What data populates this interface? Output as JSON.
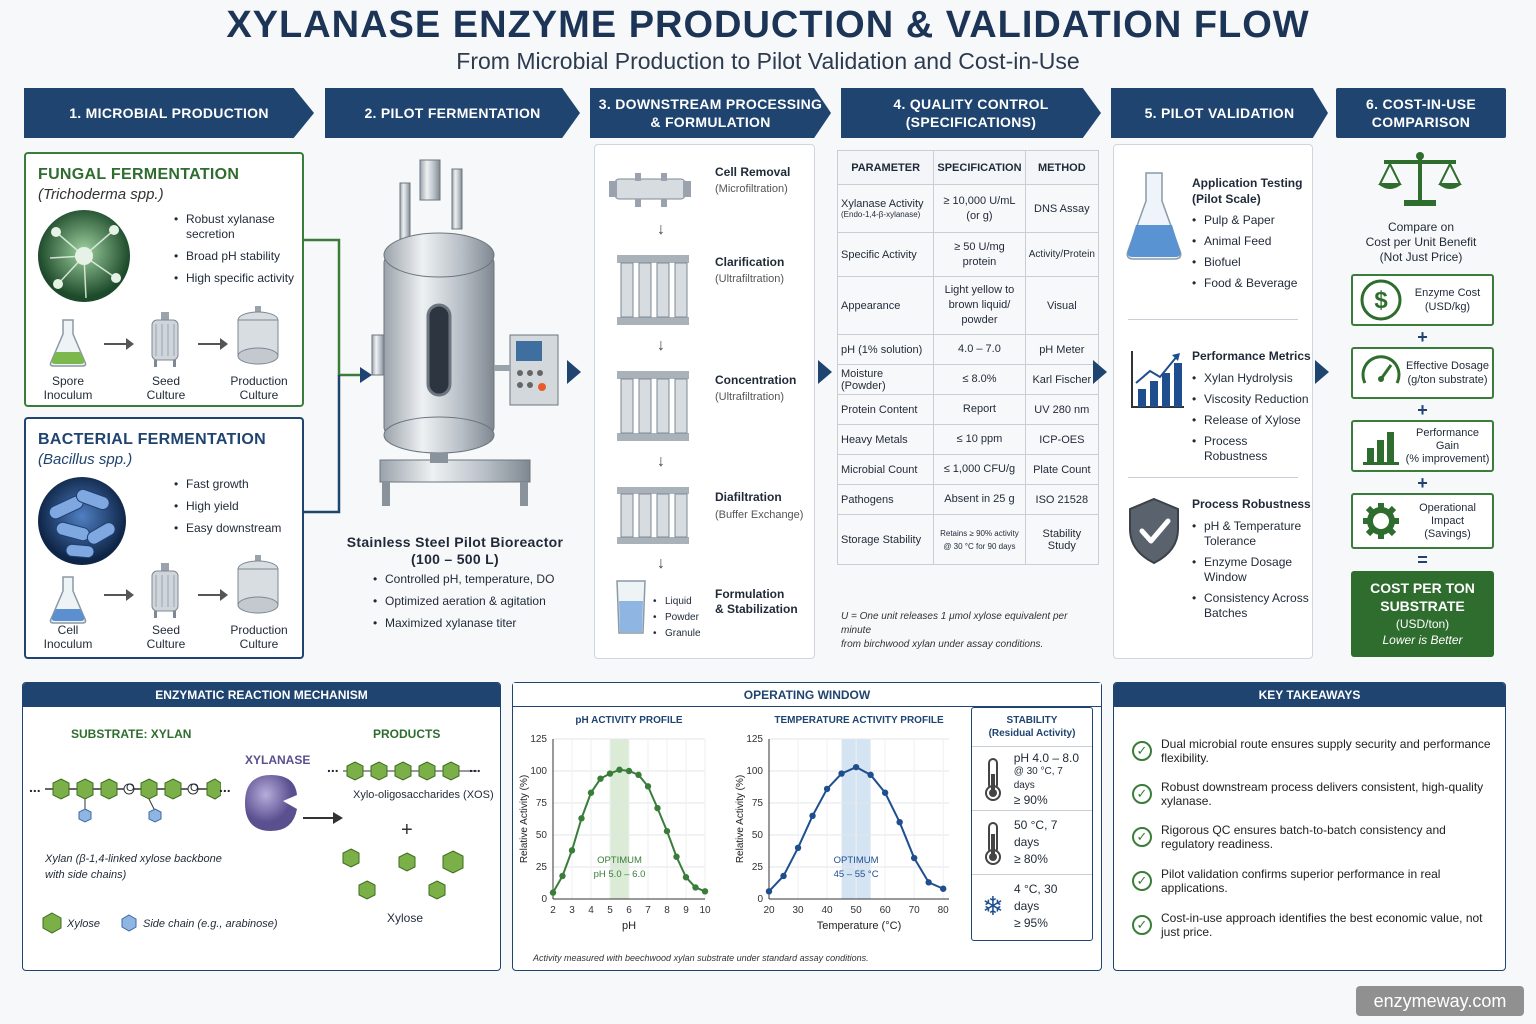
{
  "title": "XYLANASE ENZYME PRODUCTION & VALIDATION FLOW",
  "subtitle": "From Microbial Production to Pilot Validation and Cost-in-Use",
  "stages": [
    {
      "label": "1. MICROBIAL PRODUCTION"
    },
    {
      "label": "2. PILOT FERMENTATION"
    },
    {
      "label": "3. DOWNSTREAM PROCESSING\n& FORMULATION"
    },
    {
      "label": "4. QUALITY CONTROL\n(SPECIFICATIONS)"
    },
    {
      "label": "5. PILOT VALIDATION"
    },
    {
      "label": "6. COST-IN-USE\nCOMPARISON"
    }
  ],
  "fungal": {
    "title": "FUNGAL FERMENTATION",
    "organism": "(Trichoderma spp.)",
    "bullets": [
      "Robust xylanase secretion",
      "Broad pH stability",
      "High specific activity"
    ],
    "steps": [
      "Spore\nInoculum",
      "Seed\nCulture",
      "Production\nCulture"
    ]
  },
  "bacterial": {
    "title": "BACTERIAL FERMENTATION",
    "organism": "(Bacillus spp.)",
    "bullets": [
      "Fast growth",
      "High yield",
      "Easy downstream"
    ],
    "steps": [
      "Cell\nInoculum",
      "Seed\nCulture",
      "Production\nCulture"
    ]
  },
  "bioreactor": {
    "title": "Stainless Steel Pilot Bioreactor",
    "volume": "(100 – 500 L)",
    "bullets": [
      "Controlled pH, temperature, DO",
      "Optimized aeration & agitation",
      "Maximized xylanase titer"
    ]
  },
  "downstream": {
    "steps": [
      {
        "name": "Cell Removal",
        "sub": "(Microfiltration)"
      },
      {
        "name": "Clarification",
        "sub": "(Ultrafiltration)"
      },
      {
        "name": "Concentration",
        "sub": "(Ultrafiltration)"
      },
      {
        "name": "Diafiltration",
        "sub": "(Buffer Exchange)"
      },
      {
        "name": "Formulation\n& Stabilization",
        "sub": ""
      }
    ],
    "forms": [
      "Liquid",
      "Powder",
      "Granule"
    ]
  },
  "qc": {
    "headers": [
      "PARAMETER",
      "SPECIFICATION",
      "METHOD"
    ],
    "rows": [
      {
        "param": "Xylanase Activity",
        "param_sub": "(Endo-1,4-β-xylanase)",
        "spec": "≥ 10,000 U/mL\n(or g)",
        "method": "DNS Assay"
      },
      {
        "param": "Specific Activity",
        "param_sub": "",
        "spec": "≥ 50 U/mg\nprotein",
        "method": "Activity/Protein"
      },
      {
        "param": "Appearance",
        "param_sub": "",
        "spec": "Light yellow to\nbrown liquid/\npowder",
        "method": "Visual"
      },
      {
        "param": "pH (1% solution)",
        "param_sub": "",
        "spec": "4.0 – 7.0",
        "method": "pH Meter"
      },
      {
        "param": "Moisture (Powder)",
        "param_sub": "",
        "spec": "≤ 8.0%",
        "method": "Karl Fischer"
      },
      {
        "param": "Protein Content",
        "param_sub": "",
        "spec": "Report",
        "method": "UV 280 nm"
      },
      {
        "param": "Heavy Metals",
        "param_sub": "",
        "spec": "≤ 10 ppm",
        "method": "ICP-OES"
      },
      {
        "param": "Microbial Count",
        "param_sub": "",
        "spec": "≤ 1,000 CFU/g",
        "method": "Plate Count"
      },
      {
        "param": "Pathogens",
        "param_sub": "",
        "spec": "Absent in 25 g",
        "method": "ISO 21528"
      },
      {
        "param": "Storage Stability",
        "param_sub": "",
        "spec": "Retains ≥ 90% activity\n@ 30 °C for 90 days",
        "method": "Stability Study"
      }
    ],
    "note": "U = One unit releases 1 μmol xylose equivalent per minute\nfrom birchwood xylan under assay conditions."
  },
  "validation": {
    "blocks": [
      {
        "title": "Application Testing\n(Pilot Scale)",
        "items": [
          "Pulp & Paper",
          "Animal Feed",
          "Biofuel",
          "Food & Beverage"
        ]
      },
      {
        "title": "Performance Metrics",
        "items": [
          "Xylan Hydrolysis",
          "Viscosity Reduction",
          "Release of Xylose",
          "Process Robustness"
        ]
      },
      {
        "title": "Process Robustness",
        "items": [
          "pH & Temperature\nTolerance",
          "Enzyme Dosage\nWindow",
          "Consistency Across\nBatches"
        ]
      }
    ]
  },
  "cost": {
    "intro": "Compare on\nCost per Unit Benefit\n(Not Just Price)",
    "items": [
      {
        "label": "Enzyme Cost\n(USD/kg)"
      },
      {
        "label": "Effective Dosage\n(g/ton substrate)"
      },
      {
        "label": "Performance\nGain\n(% improvement)"
      },
      {
        "label": "Operational\nImpact\n(Savings)"
      }
    ],
    "ops": [
      "+",
      "+",
      "+",
      "="
    ],
    "result_title": "COST PER TON\nSUBSTRATE",
    "result_unit": "(USD/ton)",
    "result_note": "Lower is Better"
  },
  "mechanism": {
    "title": "ENZYMATIC REACTION MECHANISM",
    "substrate_label": "SUBSTRATE: XYLAN",
    "products_label": "PRODUCTS",
    "enzyme_label": "XYLANASE",
    "xylan_note": "Xylan (β-1,4-linked xylose backbone\nwith side chains)",
    "xos_label": "Xylo-oligosaccharides (XOS)",
    "xylose_label": "Xylose",
    "legend_xylose": "Xylose",
    "legend_side": "Side chain (e.g., arabinose)",
    "ellipsis": "...",
    "linker": "O",
    "plus": "+"
  },
  "operating": {
    "title": "OPERATING WINDOW",
    "footnote": "Activity measured with beechwood xylan substrate under standard assay conditions.",
    "stability": {
      "title": "STABILITY\n(Residual Activity)",
      "rows": [
        {
          "line1": "pH 4.0 – 8.0",
          "line2": "@ 30 °C, 7 days",
          "line3": "≥ 90%"
        },
        {
          "line1": "50 °C, 7 days",
          "line2": "≥ 80%",
          "line3": ""
        },
        {
          "line1": "4 °C, 30 days",
          "line2": "≥ 95%",
          "line3": ""
        }
      ]
    }
  },
  "chart_data": [
    {
      "type": "line",
      "title": "pH ACTIVITY PROFILE",
      "xlabel": "pH",
      "ylabel": "Relative Activity (%)",
      "x": [
        2,
        2.5,
        3,
        3.5,
        4,
        4.5,
        5,
        5.5,
        6,
        6.5,
        7,
        7.5,
        8,
        8.5,
        9,
        9.5,
        10
      ],
      "series": [
        {
          "values": [
            5,
            18,
            38,
            63,
            83,
            94,
            98,
            101,
            100,
            97,
            88,
            71,
            53,
            33,
            17,
            9,
            6
          ]
        }
      ],
      "xticks": [
        2,
        3,
        4,
        5,
        6,
        7,
        8,
        9,
        10
      ],
      "yticks": [
        0,
        25,
        50,
        75,
        100,
        125
      ],
      "xlim": [
        2,
        10
      ],
      "ylim": [
        0,
        125
      ],
      "band": [
        5.0,
        6.0
      ],
      "band_label": "OPTIMUM\npH 5.0 – 6.0",
      "color": "#3a7d3a",
      "band_color": "#dcebd6"
    },
    {
      "type": "line",
      "title": "TEMPERATURE ACTIVITY PROFILE",
      "xlabel": "Temperature (°C)",
      "ylabel": "Relative Activity (%)",
      "x": [
        20,
        25,
        30,
        35,
        40,
        45,
        50,
        55,
        60,
        65,
        70,
        75,
        80
      ],
      "series": [
        {
          "values": [
            6,
            18,
            40,
            65,
            86,
            98,
            103,
            97,
            83,
            60,
            32,
            13,
            8
          ]
        }
      ],
      "xticks": [
        20,
        30,
        40,
        50,
        60,
        70,
        80
      ],
      "yticks": [
        0,
        25,
        50,
        75,
        100,
        125
      ],
      "xlim": [
        20,
        82
      ],
      "ylim": [
        0,
        125
      ],
      "band": [
        45,
        55
      ],
      "band_label": "OPTIMUM\n45 – 55 °C",
      "color": "#1f4e8f",
      "band_color": "#d5e4f3"
    }
  ],
  "takeaways": {
    "title": "KEY TAKEAWAYS",
    "items": [
      "Dual microbial route ensures supply security and performance flexibility.",
      "Robust downstream process delivers consistent, high-quality xylanase.",
      "Rigorous QC ensures batch-to-batch consistency and regulatory readiness.",
      "Pilot validation confirms superior performance in real applications.",
      "Cost-in-use approach identifies the best economic value, not just price."
    ]
  },
  "watermark": "enzymeway.com",
  "colors": {
    "navy": "#1f4470",
    "green": "#3a7d3a"
  }
}
